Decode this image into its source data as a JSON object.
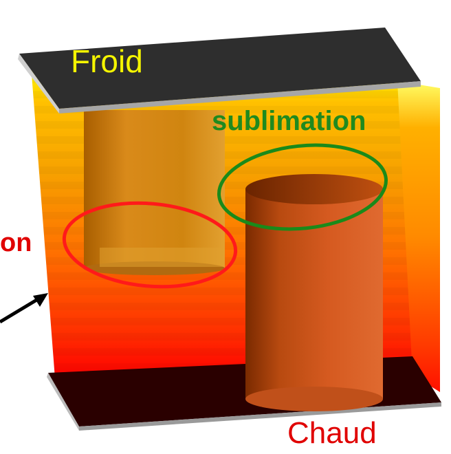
{
  "labels": {
    "top_plate": "Froid",
    "right_annotation": "sublimation",
    "left_annotation_partial": "on",
    "bottom_plate": "Chaud"
  },
  "colors": {
    "top_plate_label": "#f5f500",
    "right_annotation": "#1f8a1f",
    "left_annotation": "#e00000",
    "bottom_plate_label": "#e00000",
    "cold_plate": "#2e2e2e",
    "hot_plate": "#2a0000",
    "ellipse_red": "#ff1a1a",
    "ellipse_green": "#1a8a1a",
    "arrow": "#000000"
  },
  "icons": {
    "arrow": "black-arrow-pointing-up-right"
  }
}
